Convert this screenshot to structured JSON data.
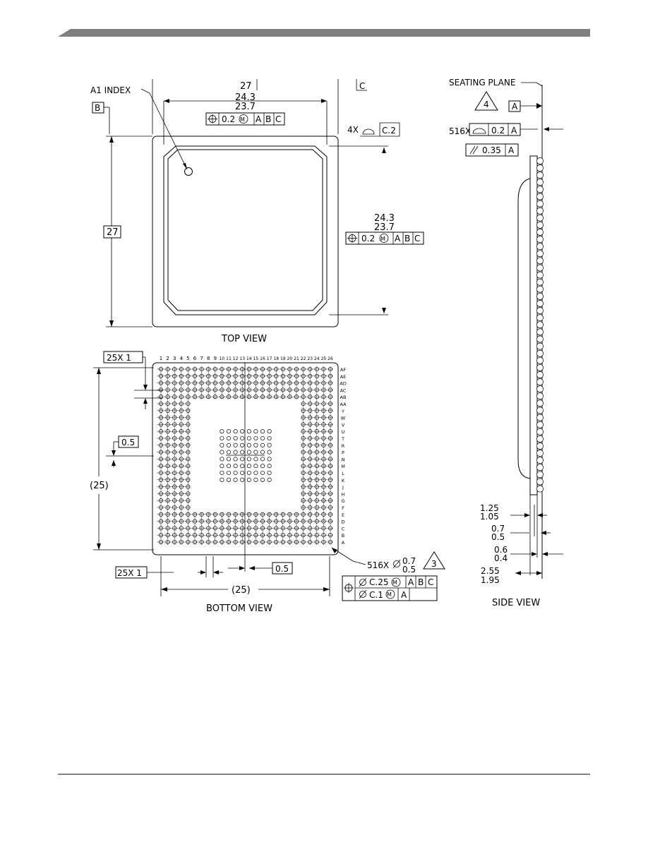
{
  "header": {
    "bar_color": "#7f7f7f"
  },
  "top_view": {
    "title": "TOP VIEW",
    "a1_index": "A1 INDEX",
    "datum_b": "B",
    "datum_c": "C",
    "width_overall": "27",
    "height_overall": "27",
    "width_max": "24.3",
    "width_min": "23.7",
    "height_max": "24.3",
    "height_min": "23.7",
    "pos_tol_value": "0.2",
    "datum_a": "A",
    "profile_count": "4X",
    "profile_value": "C.2"
  },
  "side_view": {
    "title": "SIDE VIEW",
    "seating_plane": "SEATING PLANE",
    "seating_note": "4",
    "datum_a": "A",
    "ball_count_prefix": "516X",
    "coplanarity": "0.2",
    "parallelism": "0.35",
    "dim_1_max": "1.25",
    "dim_1_min": "1.05",
    "dim_2_max": "0.7",
    "dim_2_min": "0.5",
    "dim_3_max": "0.6",
    "dim_3_min": "0.4",
    "dim_4_max": "2.55",
    "dim_4_min": "1.95"
  },
  "bottom_view": {
    "title": "BOTTOM VIEW",
    "pitch_v": "25X  1",
    "pitch_h": "25X  1",
    "half_pitch_v": "0.5",
    "half_pitch_h": "0.5",
    "span_v": "(25)",
    "span_h": "(25)",
    "ball_count": "516X",
    "ball_dia_max": "0.7",
    "ball_dia_min": "0.5",
    "ball_note": "3",
    "tol_1_value": "C.25",
    "tol_2_value": "C.1",
    "datum_a": "A",
    "datum_b": "B",
    "datum_c": "C",
    "col_labels": [
      "1",
      "2",
      "3",
      "4",
      "5",
      "6",
      "7",
      "8",
      "9",
      "10",
      "11",
      "12",
      "13",
      "14",
      "15",
      "16",
      "17",
      "18",
      "19",
      "20",
      "21",
      "22",
      "23",
      "24",
      "25",
      "26"
    ],
    "row_labels": [
      "AF",
      "AE",
      "AD",
      "AC",
      "AB",
      "AA",
      "Y",
      "W",
      "V",
      "U",
      "T",
      "R",
      "P",
      "N",
      "M",
      "L",
      "K",
      "J",
      "H",
      "G",
      "F",
      "E",
      "D",
      "C",
      "B",
      "A"
    ]
  }
}
